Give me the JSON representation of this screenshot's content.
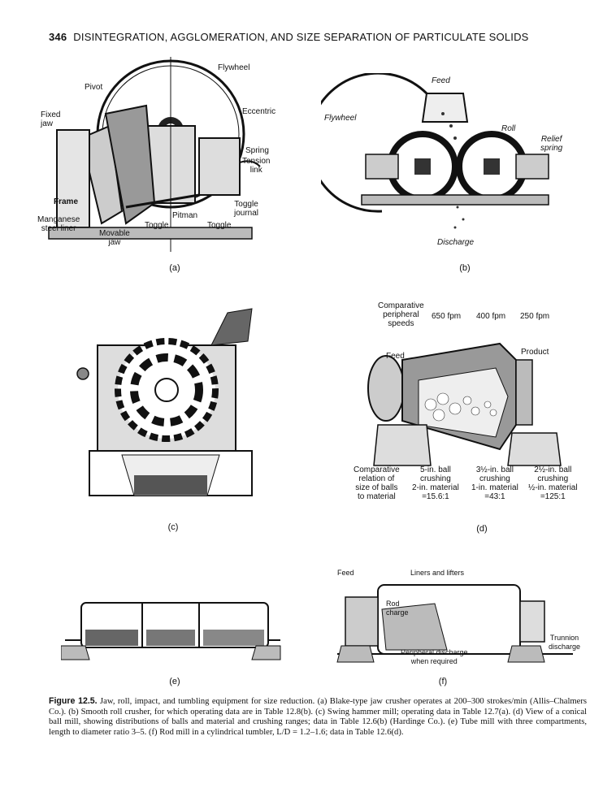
{
  "header": {
    "page_number": "346",
    "running_title": "DISINTEGRATION, AGGLOMERATION, AND SIZE SEPARATION OF PARTICULATE SOLIDS"
  },
  "panel_a": {
    "label": "(a)",
    "callouts": {
      "flywheel": "Flywheel",
      "pivot": "Pivot",
      "fixed_jaw": "Fixed\njaw",
      "eccentric": "Eccentric",
      "spring": "Spring",
      "tension_link": "Tension\nlink",
      "frame": "Frame",
      "toggle_journal": "Toggle\njournal",
      "pitman": "Pitman",
      "toggle_left": "Toggle",
      "toggle_right": "Toggle",
      "manganese_liner": "Manganese\nsteel liner",
      "movable_jaw": "Movable\njaw"
    }
  },
  "panel_b": {
    "label": "(b)",
    "callouts": {
      "feed": "Feed",
      "flywheel": "Flywheel",
      "roll": "Roll",
      "relief_spring": "Relief\nspring",
      "discharge": "Discharge"
    }
  },
  "panel_c": {
    "label": "(c)"
  },
  "panel_d": {
    "label": "(d)",
    "callouts": {
      "comparative_speeds": "Comparative\nperipheral\nspeeds",
      "speed1": "650 fpm",
      "speed2": "400 fpm",
      "speed3": "250 fpm",
      "feed": "Feed",
      "product": "Product",
      "comparative_relation": "Comparative\nrelation of\nsize of balls\nto material",
      "ball1": "5-in. ball\ncrushing\n2-in. material\n=15.6:1",
      "ball2": "3½-in. ball\ncrushing\n1-in. material\n=43:1",
      "ball3": "2½-in. ball\ncrushing\n½-in. material\n=125:1"
    }
  },
  "panel_e": {
    "label": "(e)"
  },
  "panel_f": {
    "label": "(f)",
    "callouts": {
      "feed": "Feed",
      "liners": "Liners and lifters",
      "rod_charge": "Rod\ncharge",
      "peripheral_discharge": "Peripheral discharge\nwhen required",
      "trunnion": "Trunnion\ndischarge"
    }
  },
  "caption": {
    "figure_label": "Figure 12.5.",
    "text": "Jaw, roll, impact, and tumbling equipment for size reduction. (a) Blake-type jaw crusher operates at 200–300 strokes/min (Allis–Chalmers Co.). (b) Smooth roll crusher, for which operating data are in Table 12.8(b). (c) Swing hammer mill; operating data in Table 12.7(a). (d) View of a conical ball mill, showing distributions of balls and material and crushing ranges; data in Table 12.6(b) (Hardinge Co.). (e) Tube mill with three compartments, length to diameter ratio 3–5. (f) Rod mill in a cylindrical tumbler, L/D = 1.2–1.6; data in Table 12.6(d)."
  }
}
